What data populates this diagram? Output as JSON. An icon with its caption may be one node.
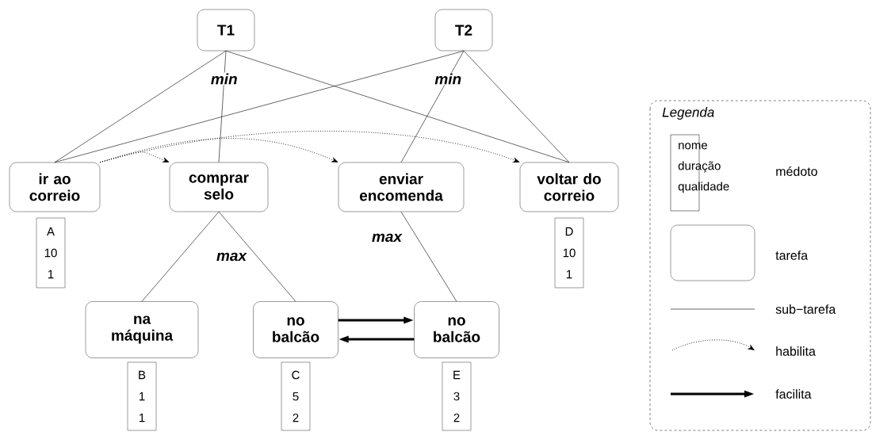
{
  "diagram": {
    "nodes": [
      {
        "text": [
          "T1"
        ]
      },
      {
        "text": [
          "T2"
        ]
      },
      {
        "text": [
          "ir ao correio"
        ]
      },
      {
        "text": [
          "comprar selo"
        ]
      },
      {
        "text": [
          "enviar encomenda"
        ]
      },
      {
        "text": [
          "voltar do correio"
        ]
      },
      {
        "text": [
          "A",
          "10",
          "1"
        ]
      },
      {
        "text": [
          "na máquina"
        ]
      },
      {
        "text": [
          "no balcão"
        ]
      },
      {
        "text": [
          "no balcão"
        ]
      },
      {
        "text": [
          "D",
          "10",
          "1"
        ]
      },
      {
        "text": [
          "B",
          "1",
          "1"
        ]
      },
      {
        "text": [
          "C",
          "5",
          "2"
        ]
      },
      {
        "text": [
          "E",
          "3",
          "2"
        ]
      },
      {
        "text": [
          "nome",
          "duração",
          "qualidade"
        ]
      },
      {
        "text": [],
        "shape": "box"
      }
    ],
    "edges": [
      {
        "from": 0,
        "to": 2,
        "arrow": "none"
      },
      {
        "from": 0,
        "to": 3,
        "arrow": "none",
        "label": "min"
      },
      {
        "from": 0,
        "to": 5,
        "arrow": "none"
      },
      {
        "from": 1,
        "to": 2,
        "arrow": "none"
      },
      {
        "from": 1,
        "to": 4,
        "arrow": "none",
        "label": "min"
      },
      {
        "from": 1,
        "to": 5,
        "arrow": "none"
      },
      {
        "from": 3,
        "to": 7,
        "arrow": "none"
      },
      {
        "from": 3,
        "to": 8,
        "arrow": "none"
      },
      {
        "from": 4,
        "to": 9,
        "arrow": "none"
      },
      {
        "from": 2,
        "to": 3,
        "arrow": "to",
        "style": "dashed"
      },
      {
        "from": 2,
        "to": 4,
        "arrow": "to",
        "style": "dashed"
      },
      {
        "from": 2,
        "to": 5,
        "arrow": "to",
        "style": "dashed"
      },
      {
        "from": 8,
        "to": 9,
        "arrow": "to",
        "style": "thick"
      },
      {
        "from": 9,
        "to": 8,
        "arrow": "to",
        "style": "thick"
      }
    ],
    "labels": [
      "max",
      "max",
      "Legenda"
    ],
    "legend": [
      {
        "text": "médoto"
      },
      {
        "text": "tarefa"
      },
      {
        "text": "sub−tarefa"
      },
      {
        "text": "habilita"
      },
      {
        "text": "facilita"
      }
    ]
  }
}
